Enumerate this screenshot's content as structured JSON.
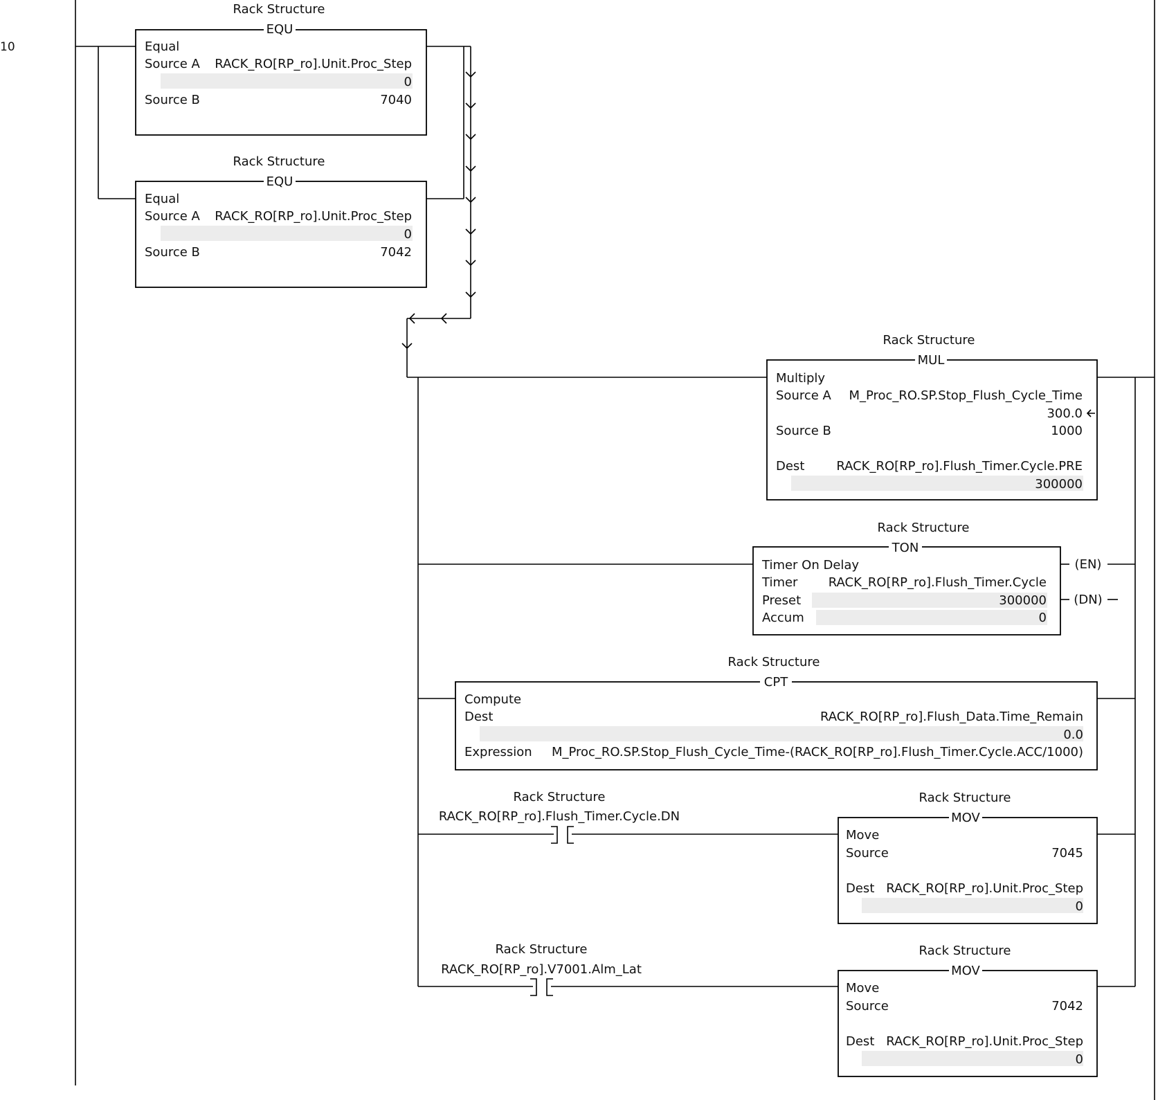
{
  "rung_number": "10",
  "equ_1": {
    "tag": "Rack Structure",
    "mnemonic": "EQU",
    "title": "Equal",
    "source_a_label": "Source A",
    "source_a": "RACK_RO[RP_ro].Unit.Proc_Step",
    "source_a_value": "0",
    "source_b_label": "Source B",
    "source_b": "7040"
  },
  "equ_2": {
    "tag": "Rack Structure",
    "mnemonic": "EQU",
    "title": "Equal",
    "source_a_label": "Source A",
    "source_a": "RACK_RO[RP_ro].Unit.Proc_Step",
    "source_a_value": "0",
    "source_b_label": "Source B",
    "source_b": "7042"
  },
  "mul": {
    "tag": "Rack Structure",
    "mnemonic": "MUL",
    "title": "Multiply",
    "source_a_label": "Source A",
    "source_a": "M_Proc_RO.SP.Stop_Flush_Cycle_Time",
    "source_a_value": "300.0",
    "source_b_label": "Source B",
    "source_b": "1000",
    "dest_label": "Dest",
    "dest": "RACK_RO[RP_ro].Flush_Timer.Cycle.PRE",
    "dest_value": "300000"
  },
  "ton": {
    "tag": "Rack Structure",
    "mnemonic": "TON",
    "title": "Timer On Delay",
    "timer_label": "Timer",
    "timer": "RACK_RO[RP_ro].Flush_Timer.Cycle",
    "preset_label": "Preset",
    "preset": "300000",
    "accum_label": "Accum",
    "accum": "0",
    "en_label": "EN",
    "dn_label": "DN"
  },
  "cpt": {
    "tag": "Rack Structure",
    "mnemonic": "CPT",
    "title": "Compute",
    "dest_label": "Dest",
    "dest": "RACK_RO[RP_ro].Flush_Data.Time_Remain",
    "dest_value": "0.0",
    "expression_label": "Expression",
    "expression": "M_Proc_RO.SP.Stop_Flush_Cycle_Time-(RACK_RO[RP_ro].Flush_Timer.Cycle.ACC/1000)"
  },
  "xic_1": {
    "tag": "Rack Structure",
    "operand": "RACK_RO[RP_ro].Flush_Timer.Cycle.DN"
  },
  "mov_1": {
    "tag": "Rack Structure",
    "mnemonic": "MOV",
    "title": "Move",
    "source_label": "Source",
    "source": "7045",
    "dest_label": "Dest",
    "dest": "RACK_RO[RP_ro].Unit.Proc_Step",
    "dest_value": "0"
  },
  "xic_2": {
    "tag": "Rack Structure",
    "operand": "RACK_RO[RP_ro].V7001.Alm_Lat"
  },
  "mov_2": {
    "tag": "Rack Structure",
    "mnemonic": "MOV",
    "title": "Move",
    "source_label": "Source",
    "source": "7042",
    "dest_label": "Dest",
    "dest": "RACK_RO[RP_ro].Unit.Proc_Step",
    "dest_value": "0"
  }
}
